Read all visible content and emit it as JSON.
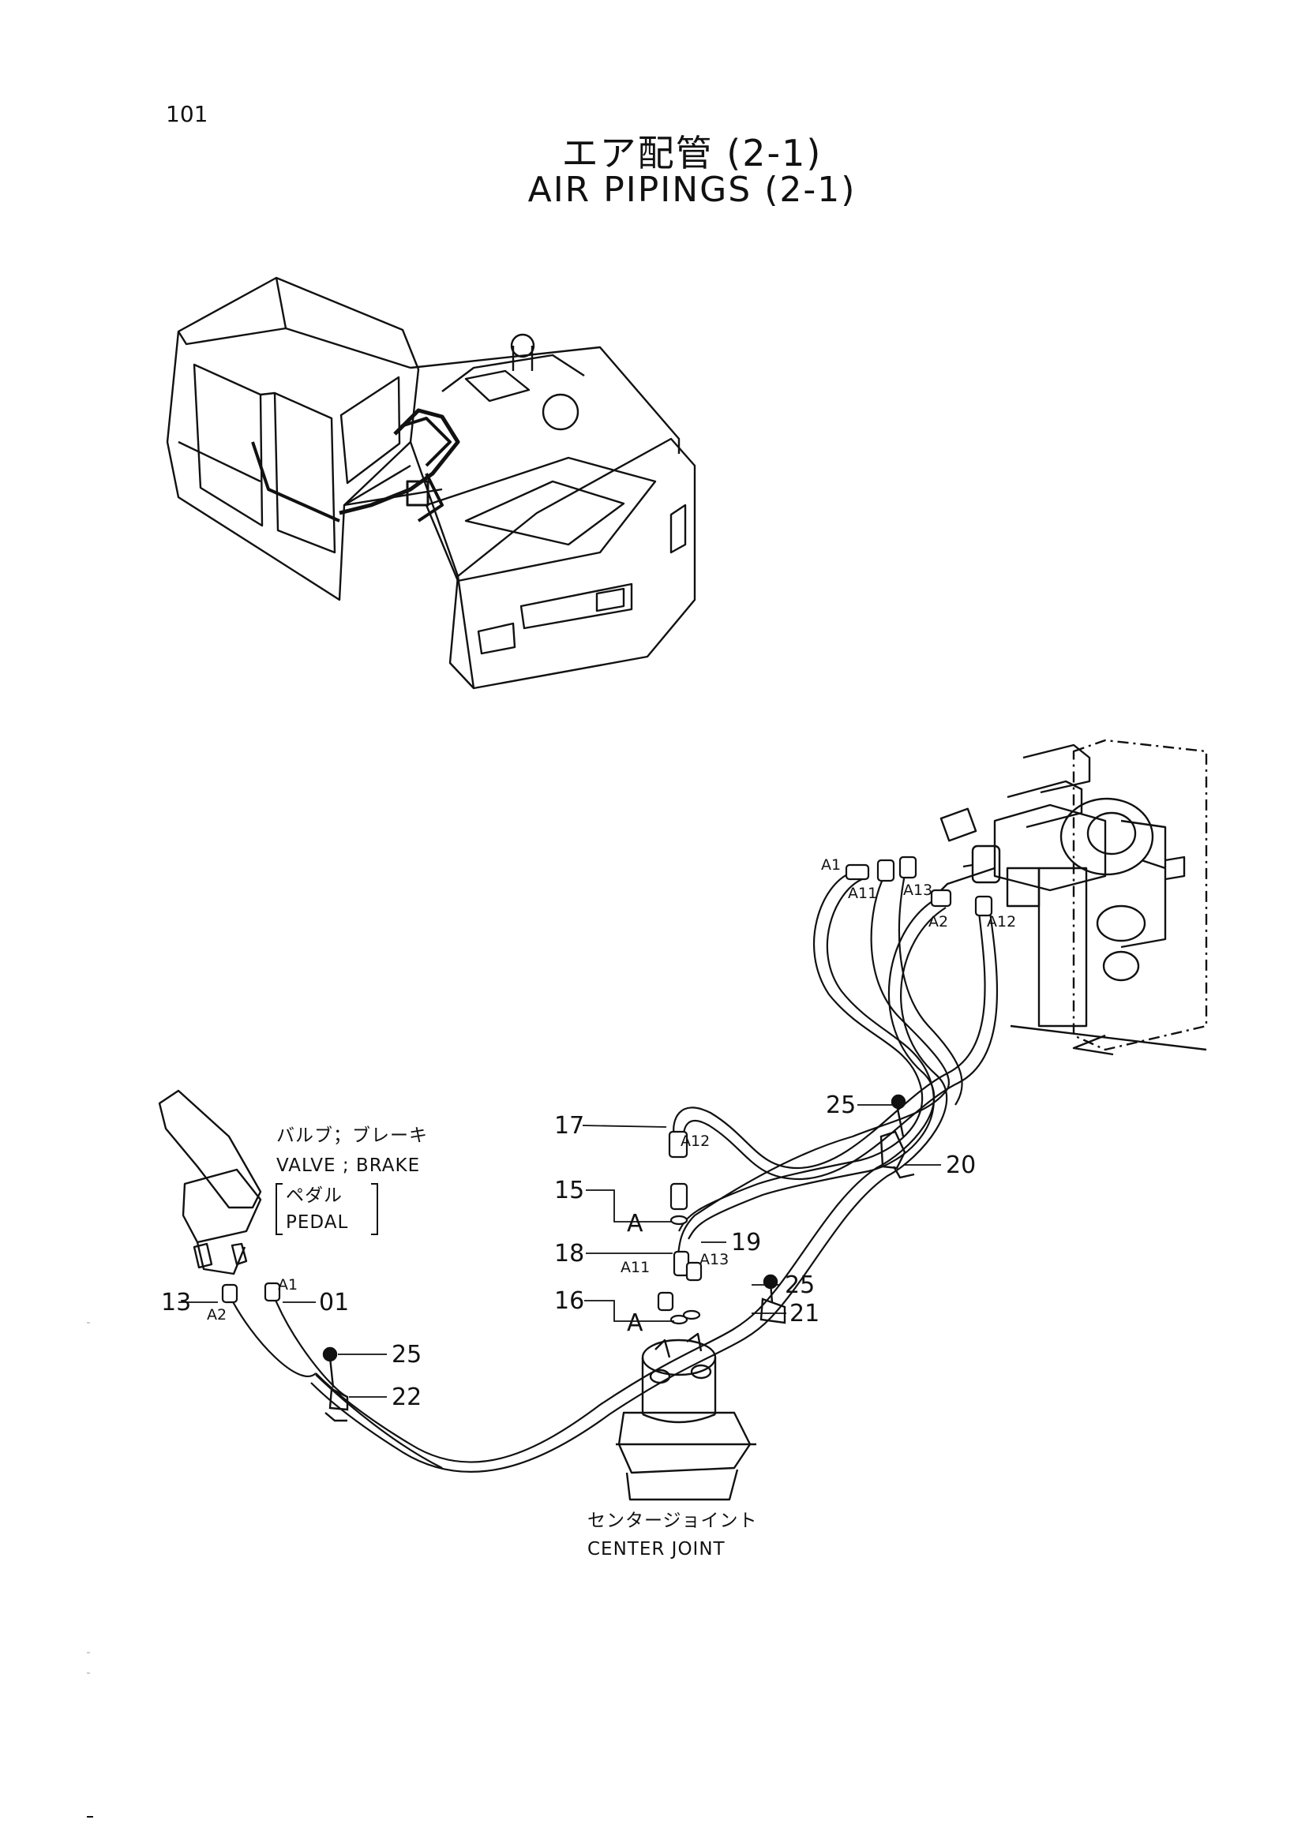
{
  "page_number": "101",
  "title_jp": "エア配管 (2-1)",
  "title_en": "AIR PIPINGS (2-1)",
  "brake_valve": {
    "jp": "バルブ；ブレーキ",
    "en": "VALVE ; BRAKE",
    "sub_jp": "ペダル",
    "sub_en": "PEDAL"
  },
  "center_joint": {
    "jp": "センタージョイント",
    "en": "CENTER  JOINT"
  },
  "part_numbers": {
    "p01": "01",
    "p13": "13",
    "p15": "15",
    "p16": "16",
    "p17": "17",
    "p18": "18",
    "p19": "19",
    "p20": "20",
    "p21": "21",
    "p22": "22",
    "p25a": "25",
    "p25b": "25",
    "p25c": "25"
  },
  "port_labels": {
    "a1_top": "A1",
    "a11_top": "A11",
    "a13_top": "A13",
    "a2_top": "A2",
    "a12_top": "A12",
    "a12_mid": "A12",
    "a11_mid": "A11",
    "a13_mid": "A13",
    "a1_ped": "A1",
    "a2_ped": "A2"
  },
  "section_marks": {
    "a_upper": "A",
    "a_lower": "A"
  }
}
